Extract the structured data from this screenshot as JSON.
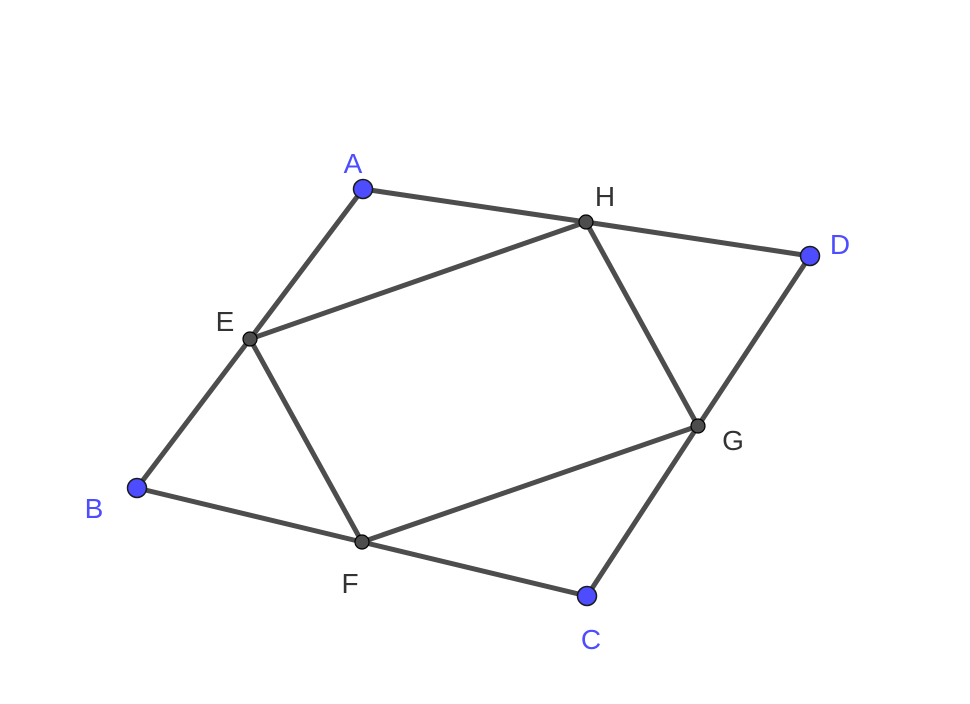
{
  "colors": {
    "segment": "#4d4d4d",
    "free_point_fill": "#4d4dff",
    "free_label": "#4d4dff",
    "dependent_point_fill": "#4d4d4d",
    "dependent_label": "#333333"
  },
  "points": [
    {
      "id": "A",
      "label": "A",
      "kind": "free"
    },
    {
      "id": "B",
      "label": "B",
      "kind": "free"
    },
    {
      "id": "C",
      "label": "C",
      "kind": "free"
    },
    {
      "id": "D",
      "label": "D",
      "kind": "free"
    },
    {
      "id": "E",
      "label": "E",
      "kind": "dependent"
    },
    {
      "id": "F",
      "label": "F",
      "kind": "dependent"
    },
    {
      "id": "G",
      "label": "G",
      "kind": "dependent"
    },
    {
      "id": "H",
      "label": "H",
      "kind": "dependent"
    }
  ],
  "segments": [
    [
      "A",
      "H"
    ],
    [
      "H",
      "D"
    ],
    [
      "D",
      "G"
    ],
    [
      "G",
      "C"
    ],
    [
      "C",
      "F"
    ],
    [
      "F",
      "B"
    ],
    [
      "B",
      "E"
    ],
    [
      "E",
      "A"
    ],
    [
      "E",
      "H"
    ],
    [
      "H",
      "G"
    ],
    [
      "G",
      "F"
    ],
    [
      "F",
      "E"
    ]
  ]
}
